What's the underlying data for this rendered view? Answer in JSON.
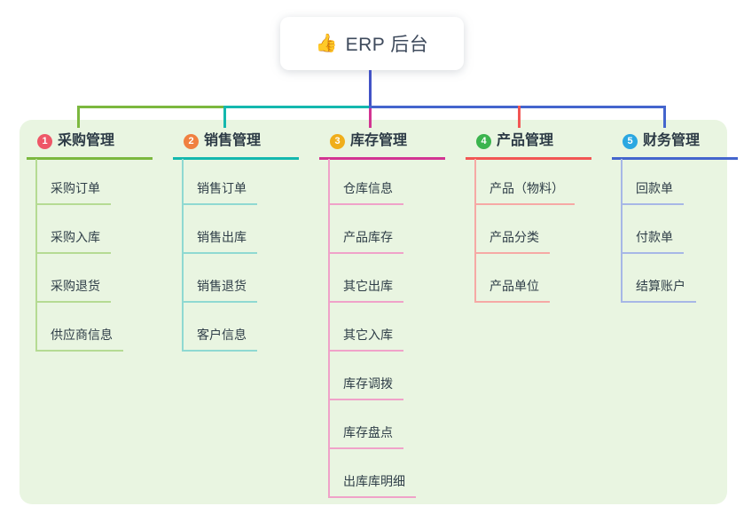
{
  "root": {
    "icon_glyph": "👍",
    "title": "ERP 后台",
    "line_color": "#4253c6"
  },
  "panel": {
    "bg_color": "#e9f5e1"
  },
  "branches": [
    {
      "number": "1",
      "label": "采购管理",
      "badge_color": "#ee5767",
      "line_color": "#7cb83f",
      "child_line_color": "#b5db93",
      "items": [
        "采购订单",
        "采购入库",
        "采购退货",
        "供应商信息"
      ]
    },
    {
      "number": "2",
      "label": "销售管理",
      "badge_color": "#f08040",
      "line_color": "#14b8ae",
      "child_line_color": "#8fd9d2",
      "items": [
        "销售订单",
        "销售出库",
        "销售退货",
        "客户信息"
      ]
    },
    {
      "number": "3",
      "label": "库存管理",
      "badge_color": "#f0ae1b",
      "line_color": "#d23492",
      "child_line_color": "#f0a2c9",
      "items": [
        "仓库信息",
        "产品库存",
        "其它出库",
        "其它入库",
        "库存调拨",
        "库存盘点",
        "出库库明细"
      ]
    },
    {
      "number": "4",
      "label": "产品管理",
      "badge_color": "#3bb44e",
      "line_color": "#f25654",
      "child_line_color": "#f6a9a5",
      "items": [
        "产品（物料）",
        "产品分类",
        "产品单位"
      ]
    },
    {
      "number": "5",
      "label": "财务管理",
      "badge_color": "#2aa7e1",
      "line_color": "#4465cd",
      "child_line_color": "#a7b7e6",
      "items": [
        "回款单",
        "付款单",
        "结算账户"
      ]
    }
  ]
}
